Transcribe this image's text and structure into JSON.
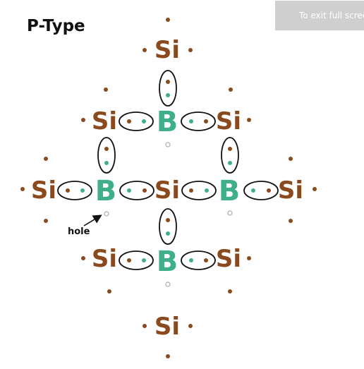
{
  "title": "P-Type",
  "toast": "To exit full screen, press Esc",
  "hole_label": "hole",
  "atoms": {
    "silicon_symbol": "Si",
    "boron_symbol": "B"
  },
  "colors": {
    "silicon": "#8a4a1e",
    "boron": "#3fae8a",
    "bond_outline": "#111111",
    "hole": "#aaaaaa",
    "toast_bg": "#cfcfcf"
  }
}
